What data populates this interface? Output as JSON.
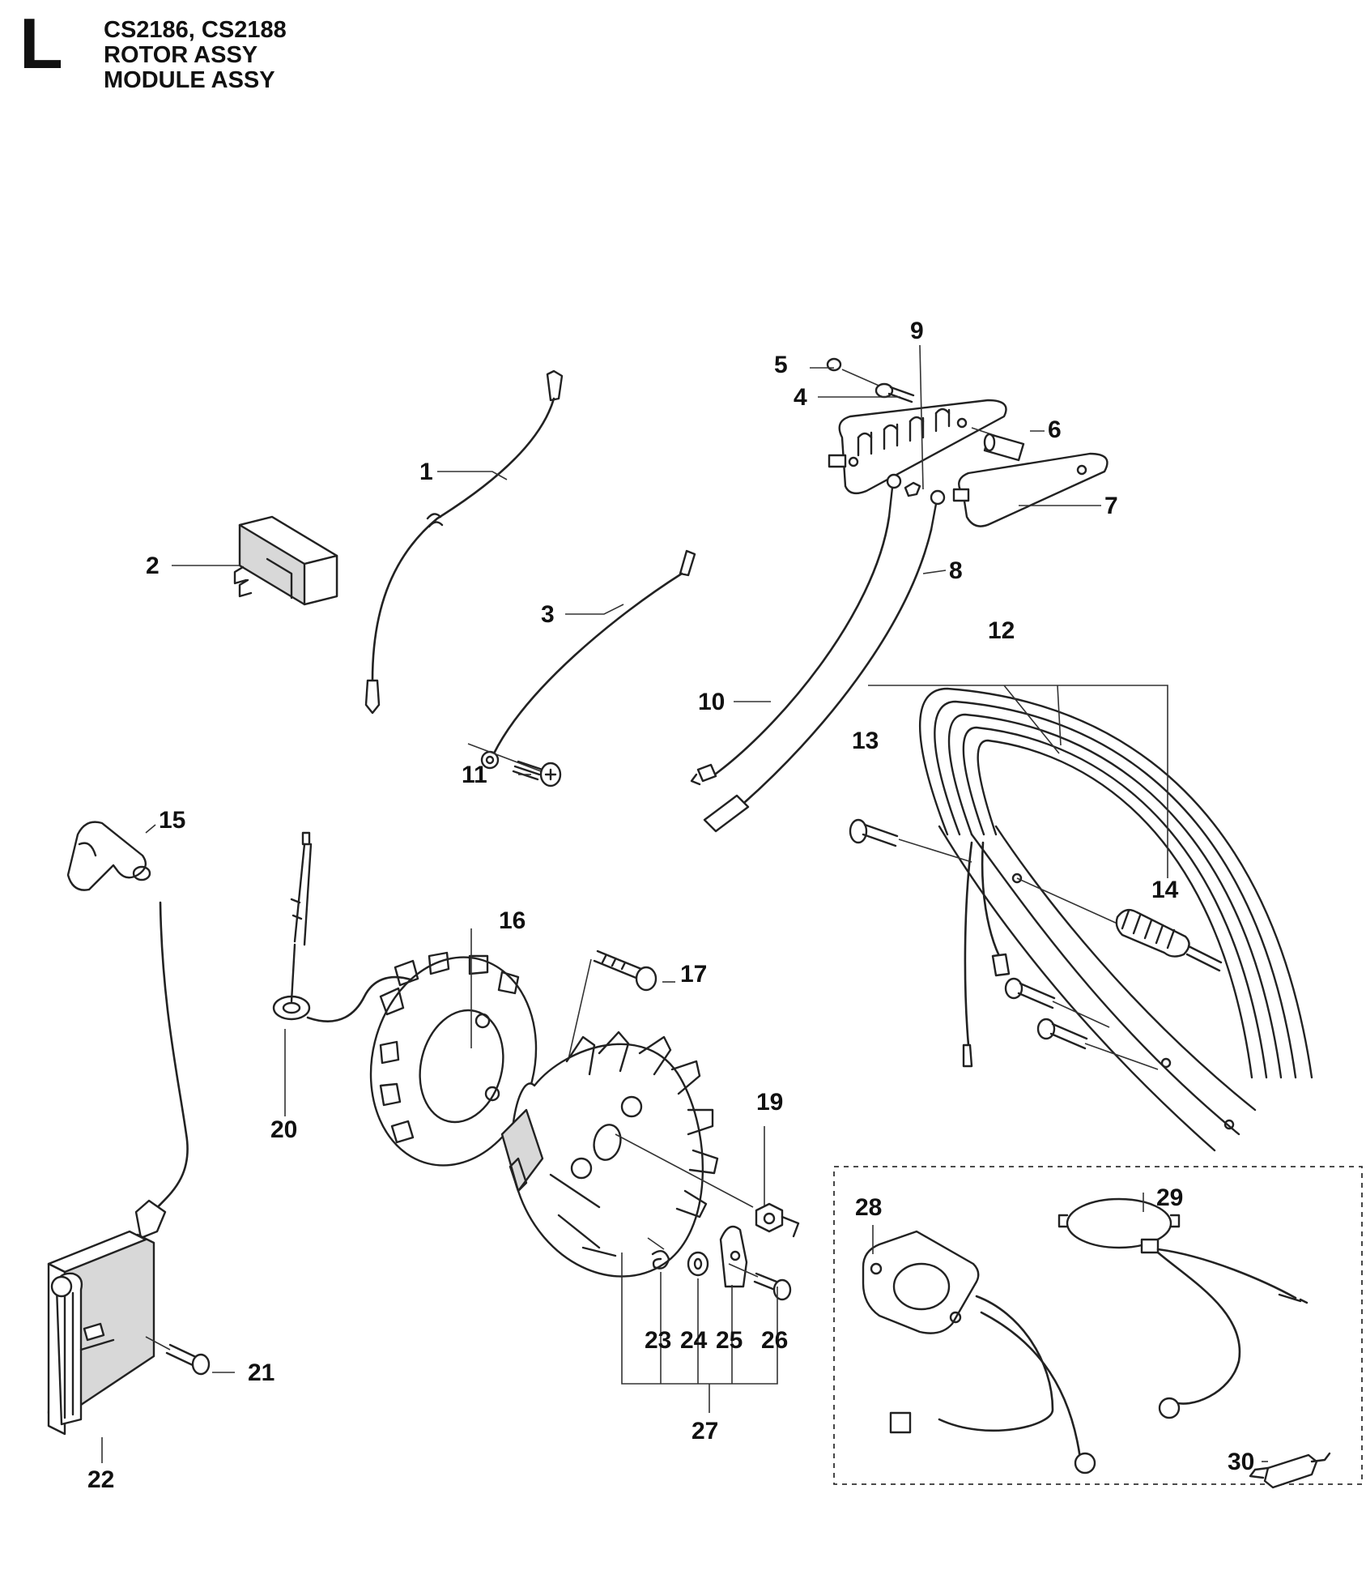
{
  "header": {
    "section_letter": "L",
    "models": "CS2186, CS2188",
    "line1": "ROTOR ASSY",
    "line2": "MODULE ASSY"
  },
  "callouts": [
    "1",
    "2",
    "3",
    "4",
    "5",
    "6",
    "7",
    "8",
    "9",
    "10",
    "11",
    "12",
    "13",
    "14",
    "15",
    "16",
    "17",
    "19",
    "20",
    "21",
    "22",
    "23",
    "24",
    "25",
    "26",
    "27",
    "28",
    "29",
    "30"
  ],
  "colors": {
    "ink": "#222222",
    "background": "#ffffff"
  }
}
